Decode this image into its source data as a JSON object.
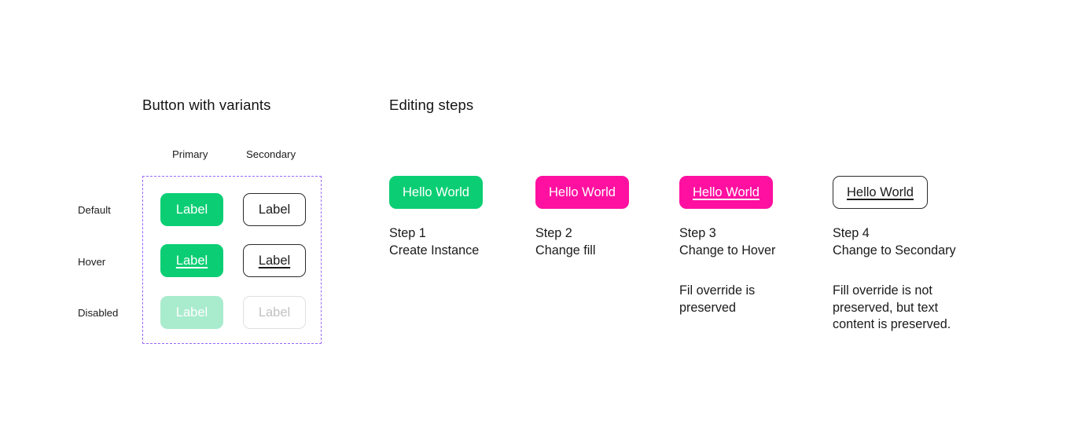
{
  "colors": {
    "primary_green": "#0bce74",
    "primary_green_disabled": "#a9ebcd",
    "magenta": "#ff10a0",
    "border_dark": "#2b2b2b",
    "border_disabled": "#e0e0e0",
    "text_disabled": "#c2c2c2",
    "component_frame_purple": "#9966ff",
    "background": "#ffffff",
    "text": "#1a1a1a"
  },
  "variants_section": {
    "title": "Button with variants",
    "columns": [
      "Primary",
      "Secondary"
    ],
    "rows": [
      "Default",
      "Hover",
      "Disabled"
    ],
    "buttons": {
      "primary_default": "Label",
      "secondary_default": "Label",
      "primary_hover": "Label",
      "secondary_hover": "Label",
      "primary_disabled": "Label",
      "secondary_disabled": "Label"
    }
  },
  "steps_section": {
    "title": "Editing steps",
    "steps": [
      {
        "button_label": "Hello World",
        "button_style": "fill-green",
        "underlined": false,
        "caption": "Step 1\nCreate Instance",
        "note": ""
      },
      {
        "button_label": "Hello World",
        "button_style": "fill-magenta",
        "underlined": false,
        "caption": "Step 2\nChange fill",
        "note": ""
      },
      {
        "button_label": "Hello World",
        "button_style": "fill-magenta",
        "underlined": true,
        "caption": "Step 3\nChange to Hover",
        "note": "Fil override is\npreserved"
      },
      {
        "button_label": "Hello World",
        "button_style": "outline",
        "underlined": true,
        "caption": "Step 4\nChange to Secondary",
        "note": "Fill override is not\npreserved, but text\ncontent is preserved."
      }
    ]
  }
}
